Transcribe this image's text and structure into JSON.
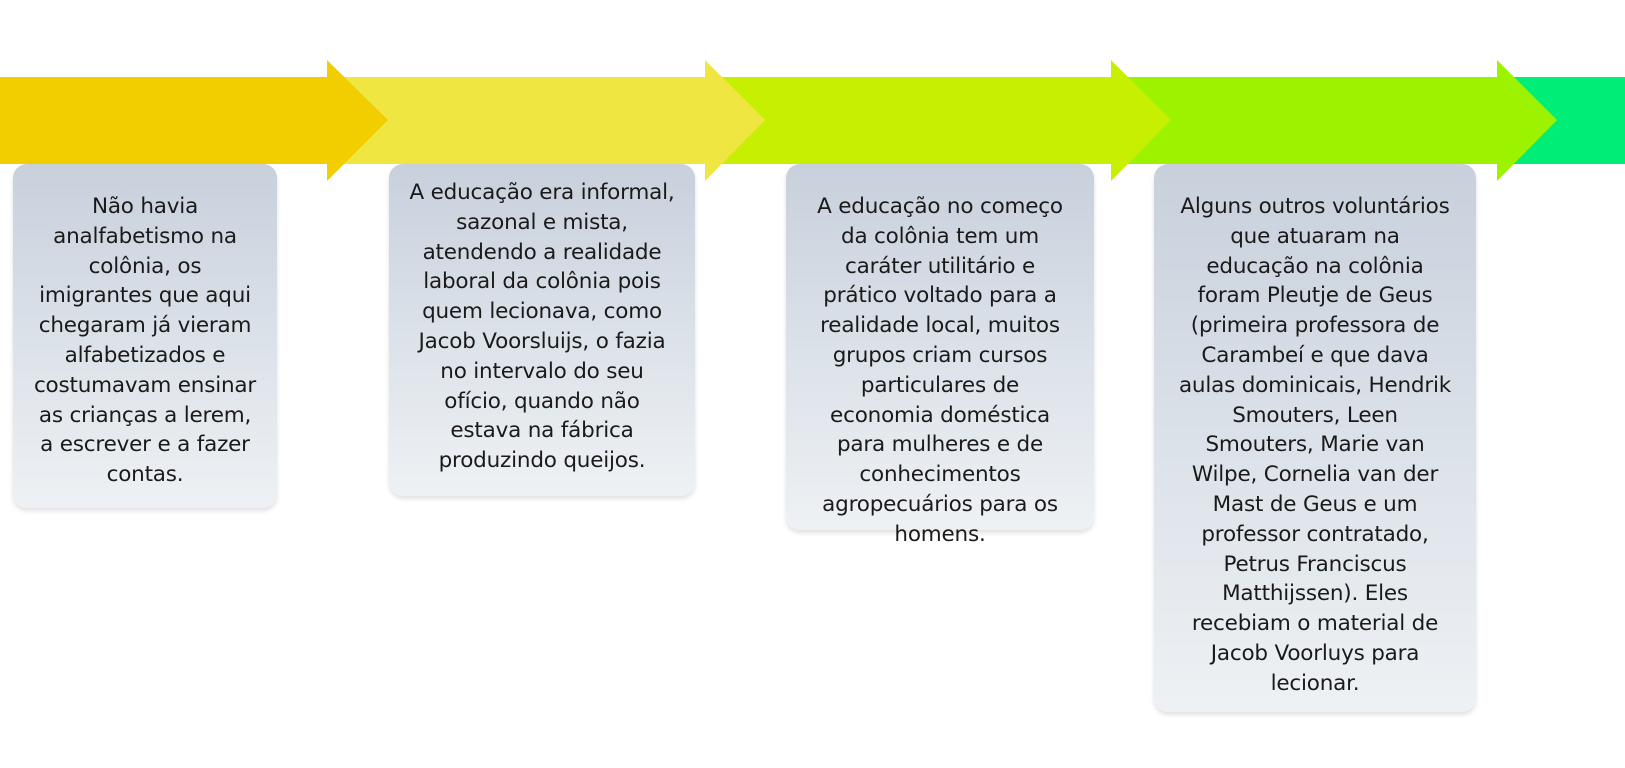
{
  "colors": {
    "segment_1": "#f2cd00",
    "segment_2": "#f0e642",
    "segment_3": "#c6f000",
    "segment_4": "#9df200",
    "segment_5": "#00ee78",
    "card_top": "#c8d0dc",
    "card_bottom": "#eef1f4"
  },
  "cards": [
    {
      "text": "Não havia analfabetismo na colônia, os imigrantes que aqui chegaram já vieram alfabetizados e costumavam ensinar as crianças a lerem, a escrever e a fazer contas."
    },
    {
      "text": "A educação era informal, sazonal e mista, atendendo a realidade laboral da colônia pois quem lecionava, como Jacob Voorsluijs, o fazia no intervalo do seu ofício, quando não estava na fábrica produzindo queijos."
    },
    {
      "text": "A educação no começo da colônia tem um caráter utilitário e prático voltado para a realidade local, muitos grupos criam cursos particulares de economia doméstica para mulheres e de conhecimentos agropecuários para os homens."
    },
    {
      "text": "Alguns outros voluntários que atuaram na educação na colônia foram Pleutje de Geus (primeira professora de Carambeí e que dava aulas dominicais, Hendrik Smouters, Leen Smouters, Marie van Wilpe, Cornelia van der Mast de Geus e um professor contratado, Petrus Franciscus Matthijssen). Eles recebiam o material de Jacob Voorluys para lecionar."
    }
  ]
}
